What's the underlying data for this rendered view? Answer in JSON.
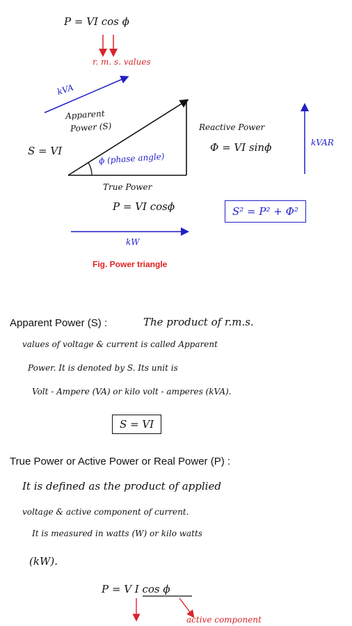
{
  "triangle": {
    "formula_top": "P = VI cos ϕ",
    "rms_note": "r. m. s. values",
    "kva_label": "kVA",
    "apparent_label_1": "Apparent",
    "apparent_label_2": "Power (S)",
    "s_eq": "S = VI",
    "phase_angle_label": "ϕ (phase angle)",
    "reactive_label": "Reactive Power",
    "reactive_eq": "Φ = VI sinϕ",
    "kvar_label": "kVAR",
    "true_label": "True Power",
    "true_eq": "P = VI cosϕ",
    "kw_label": "kW",
    "identity": "S² = P² + Φ²",
    "caption": "Fig. Power triangle"
  },
  "apparent": {
    "heading": "Apparent Power (S) :",
    "line1": "The product of r.m.s.",
    "line2": "values of voltage & current is called Apparent",
    "line3": "Power. It is denoted by S. Its unit is",
    "line4": "Volt - Ampere (VA) or kilo volt - amperes (kVA).",
    "formula": "S = VI"
  },
  "true_power": {
    "heading": "True Power or Active Power or Real Power (P) :",
    "line1": "It is defined as the product of applied",
    "line2": "voltage & active component of current.",
    "line3": "It is measured in watts (W) or kilo watts",
    "line4": "(kW).",
    "formula": "P = V I cos ϕ",
    "note_active": "active component"
  },
  "colors": {
    "red": "#d8252b",
    "blue": "#1f1fc8",
    "ink": "#111111"
  }
}
